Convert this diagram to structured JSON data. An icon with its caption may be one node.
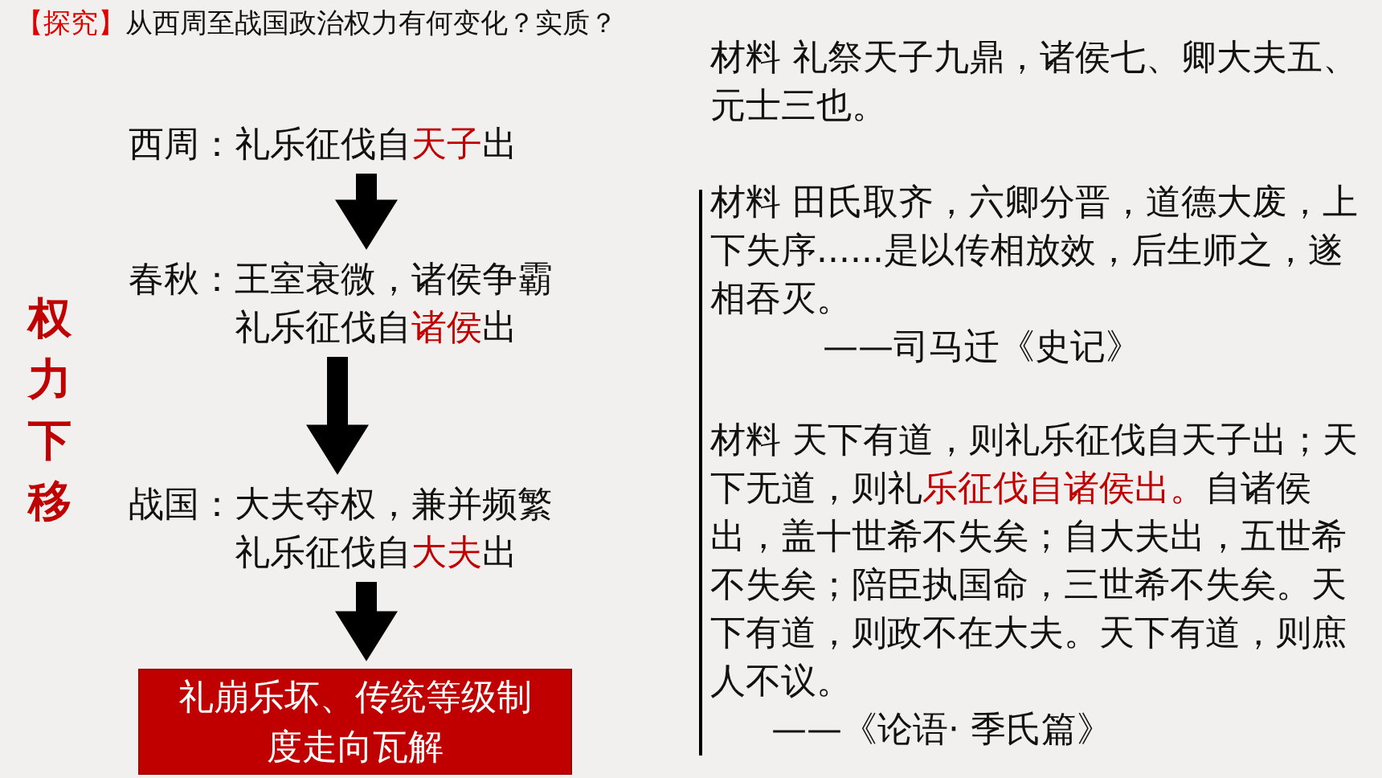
{
  "diagram": {
    "title": "**【探究】**从西周至战国政治权力有何变化？实质？",
    "nodes": [
      {
        "text": [
          "西周：礼乐征伐自**天子**出"
        ]
      },
      {
        "text": [
          "春秋：王室衰微，诸侯争霸礼乐征伐自**诸侯**出"
        ]
      },
      {
        "text": [
          "战国：大夫夺权，兼并频繁礼乐征伐自**大夫**出"
        ]
      },
      {
        "text": [
          "礼崩乐坏、传统等级制度走向瓦解"
        ]
      }
    ],
    "edges": [
      {
        "from": 0,
        "to": 1,
        "arrow": "to"
      },
      {
        "from": 1,
        "to": 2,
        "arrow": "to"
      },
      {
        "from": 2,
        "to": 3,
        "arrow": "to"
      }
    ],
    "labels": [
      "权力下移",
      "材料 礼祭天子九鼎，诸侯七、卿大夫五、元士三也。",
      "材料 田氏取齐，六卿分晋，道德大废，上下失序......是以传相放效，后生师之，遂相吞灭。",
      "——司马迁《史记》",
      "材料 天下有道，则礼乐征伐自天子出；天下无道，则礼**乐征伐自诸侯出。**自诸侯出，盖十世希不失矣；自大夫出，五世希不失矣；陪臣执国命，三世希不失矣。天下有道，则政不在大夫。天下有道，则庶人不议。",
      "——《论语· 季氏篇》"
    ]
  }
}
